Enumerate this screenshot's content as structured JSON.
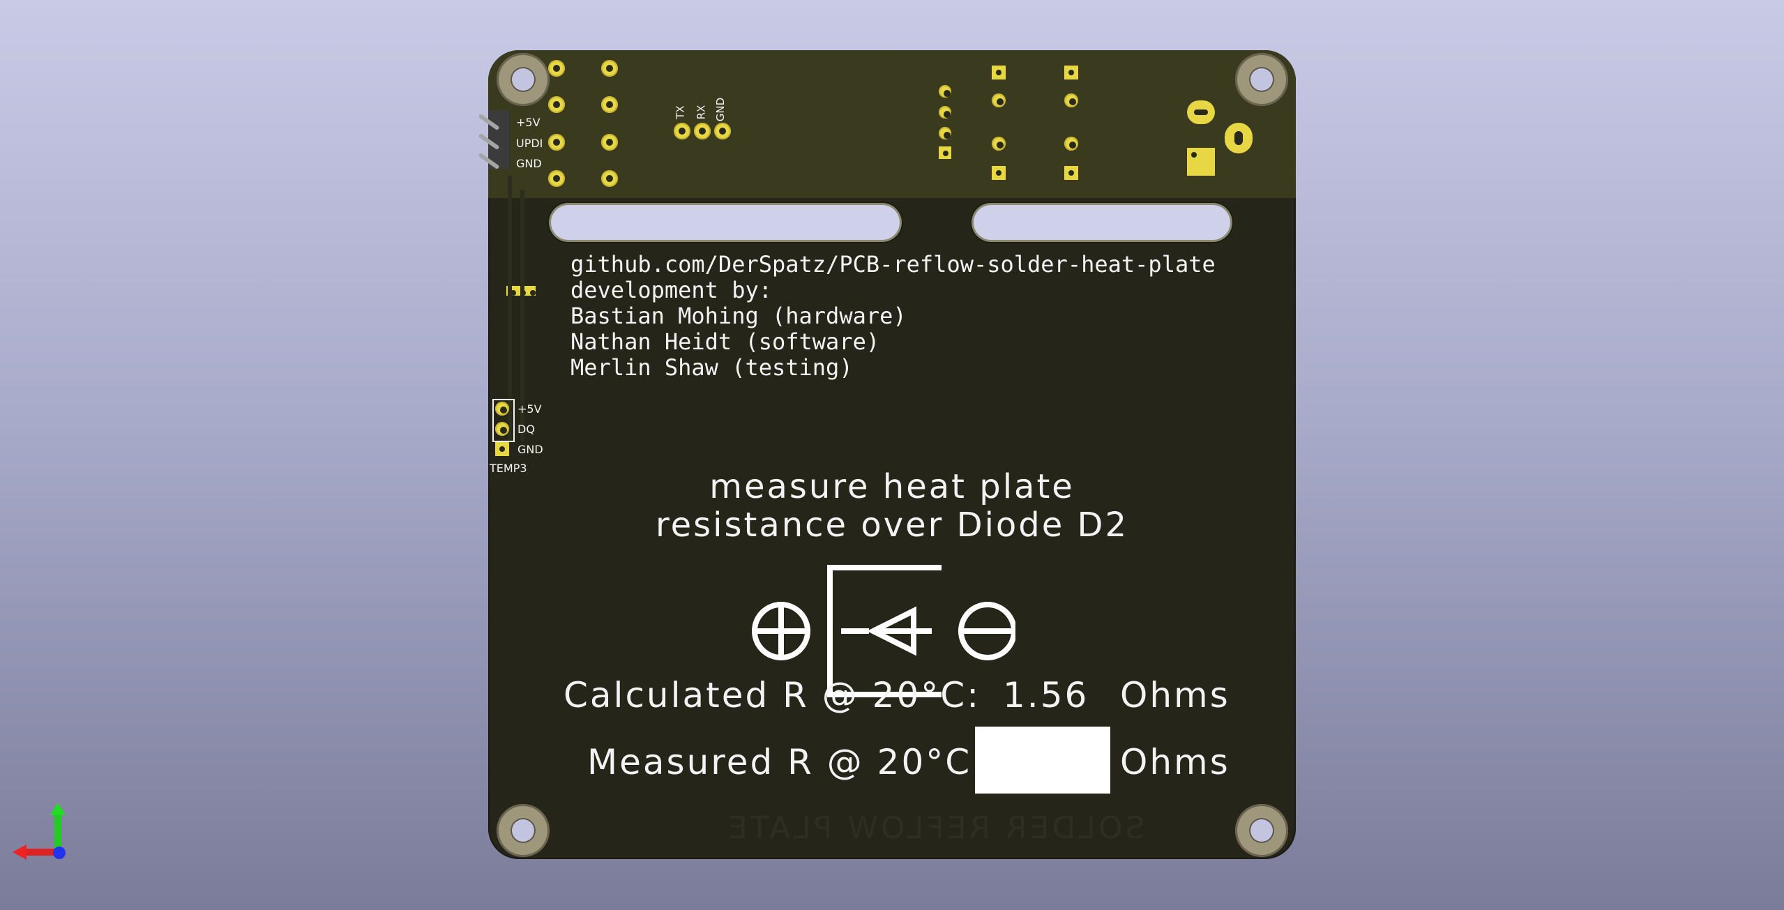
{
  "board": {
    "url_line": "github.com/DerSpatz/PCB-reflow-solder-heat-plate",
    "credits": [
      "development by:",
      "Bastian Mohing (hardware)",
      "Nathan Heidt (software)",
      "Merlin Shaw (testing)"
    ],
    "measure_line1": "measure heat plate",
    "measure_line2": "resistance over Diode D2",
    "calculated_label": "Calculated R @ 20°C:",
    "calculated_value": "1.56",
    "calculated_unit": "Ohms",
    "measured_label": "Measured R @ 20°C:",
    "measured_unit": "Ohms",
    "mirrored_title": "SOLDER REFLOW PLATE",
    "updi_header": {
      "labels": [
        "+5V",
        "UPDI",
        "GND"
      ]
    },
    "serial_labels": [
      "TX",
      "RX",
      "GND"
    ],
    "temp_header": {
      "labels": [
        "+5V",
        "DQ",
        "GND"
      ],
      "ref": "TEMP3"
    }
  },
  "colors": {
    "background_top": "#c9cae6",
    "background_bottom": "#7a7c9a",
    "pcb": "#262519",
    "copper_pad": "#e7d744",
    "silkscreen": "#f3f3f3"
  },
  "axes_indicator": {
    "icon_names": [
      "x-axis-arrow-icon",
      "y-axis-arrow-icon",
      "z-axis-dot-icon"
    ]
  }
}
